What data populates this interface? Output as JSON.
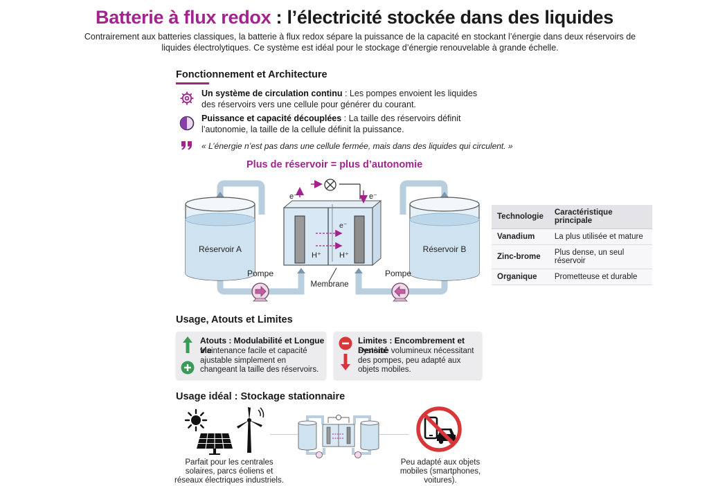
{
  "title": {
    "accent": "Batterie à flux redox",
    "rest": " : l’électricité stockée dans des liquides"
  },
  "intro": "Contrairement aux batteries classiques, la batterie à flux redox sépare la puissance de la capacité en stockant l’énergie dans deux réservoirs de liquides électrolytiques. Ce système est idéal pour le stockage d’énergie renouvelable à grande échelle.",
  "section1": {
    "heading": "Fonctionnement et Architecture",
    "items": [
      {
        "icon": "gear-icon",
        "bold": "Un système de circulation continu",
        "text": " : Les pompes envoient les liquides des réservoirs vers une cellule pour générer du courant."
      },
      {
        "icon": "half-circle-icon",
        "bold": "Puissance et capacité découplées",
        "text": " : La taille des réservoirs définit l’autonomie, la taille de la cellule définit la puissance."
      }
    ],
    "quote": "« L’énergie n’est pas dans une cellule fermée, mais dans des liquides qui circulent. »"
  },
  "diagram": {
    "subtitle": "Plus de réservoir = plus d’autonomie",
    "tank_a": "Réservoir A",
    "tank_b": "Réservoir B",
    "pump_left": "Pompe",
    "pump_right": "Pompe",
    "membrane": "Membrane",
    "e_left": "e⁻",
    "e_right": "e⁻",
    "e_center": "e⁻",
    "h_left": "H⁺",
    "h_right": "H⁺",
    "colors": {
      "accent": "#a3238e",
      "liquid": "#cfe2f0",
      "pipe": "#b9cfe0"
    }
  },
  "table": {
    "headers": [
      "Technologie",
      "Caractéristique principale"
    ],
    "rows": [
      [
        "Vanadium",
        "La plus utilisée et mature"
      ],
      [
        "Zinc-brome",
        "Plus dense, un seul réservoir"
      ],
      [
        "Organique",
        "Prometteuse et durable"
      ]
    ]
  },
  "section2": {
    "heading": "Usage, Atouts et Limites",
    "pros": {
      "title": "Atouts : Modulabilité et Longue vie",
      "body": "Maintenance facile et capacité ajustable simplement en changeant la taille des réservoirs."
    },
    "cons": {
      "title": "Limites : Encombrement et Densité",
      "body": "Système volumineux nécessitant des pompes, peu adapté aux objets mobiles."
    }
  },
  "section3": {
    "heading": "Usage idéal : Stockage stationnaire",
    "left_caption": "Parfait pour les centrales solaires, parcs éoliens et réseaux électriques industriels.",
    "right_caption": "Peu adapté aux objets mobiles (smartphones, voitures)."
  }
}
